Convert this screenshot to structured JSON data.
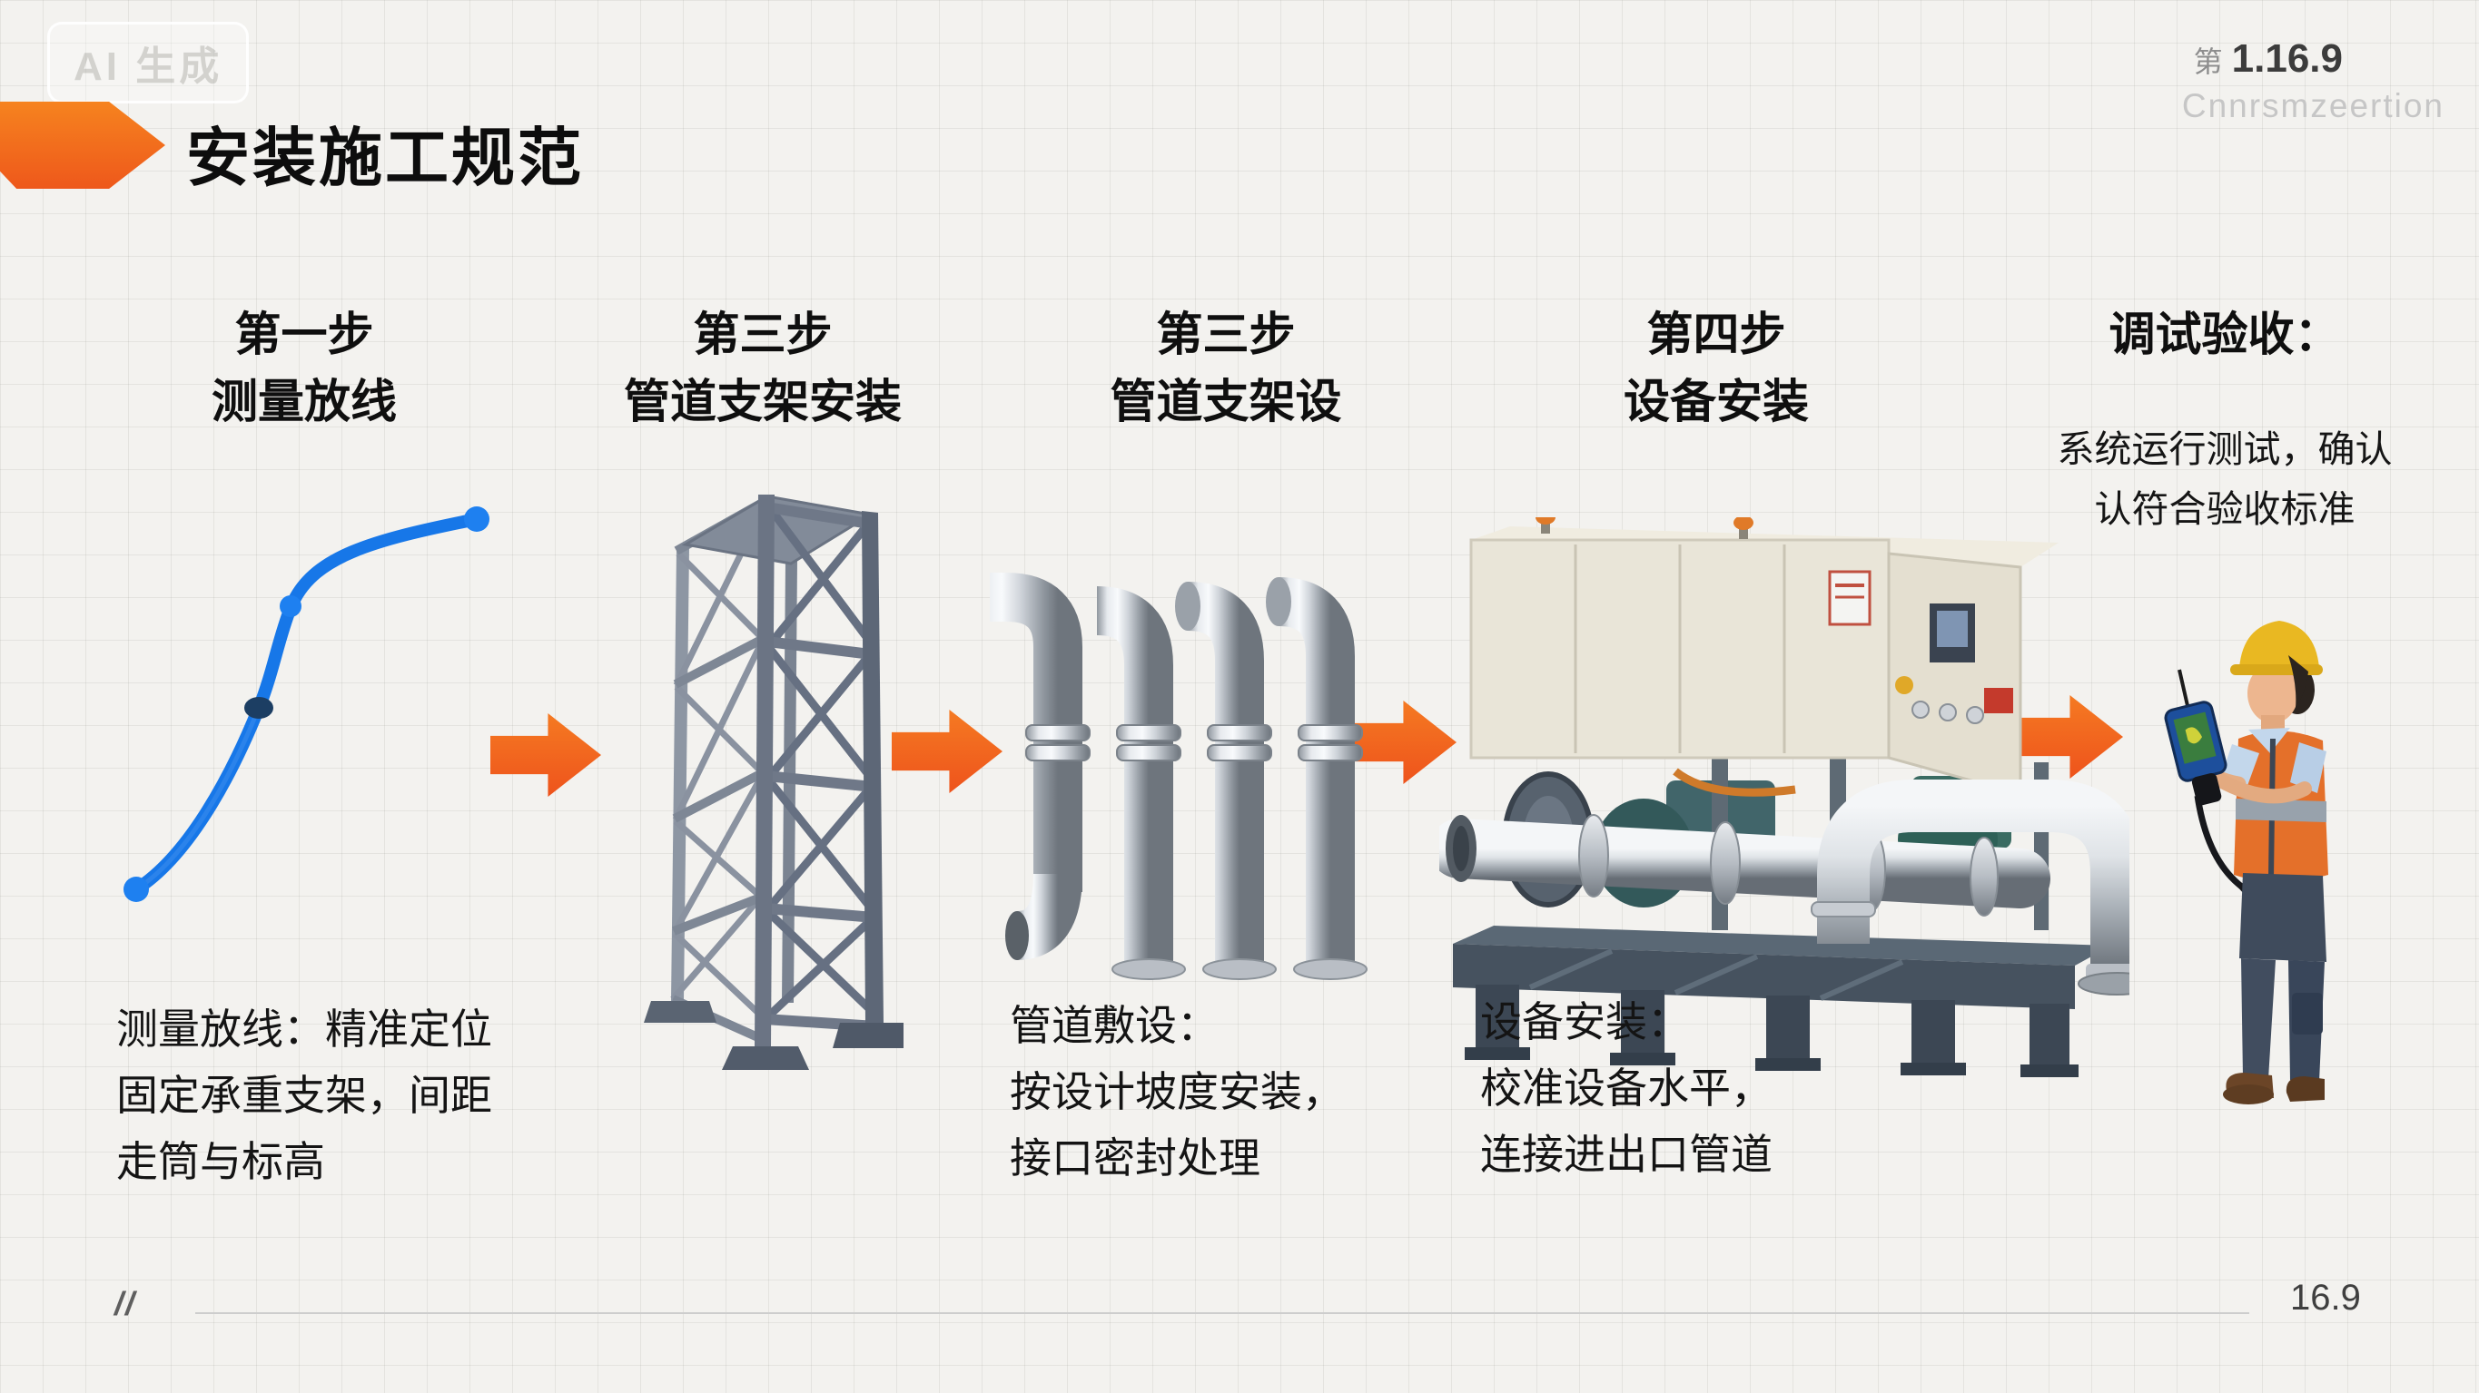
{
  "watermark": {
    "label": "AI 生成"
  },
  "header": {
    "title": "安装施工规范",
    "corner": {
      "prefix": "第",
      "number": "1.16.9",
      "subtitle": "Cnnrsmzeertion"
    }
  },
  "columns": [
    {
      "step": "第一步",
      "name": "测量放线",
      "illustration": "survey-curve",
      "notes": [
        "测量放线：精准定位",
        "固定承重支架，间距",
        "走筒与标高"
      ]
    },
    {
      "step": "第三步",
      "name": "管道支架安装",
      "illustration": "steel-truss-tower",
      "notes": []
    },
    {
      "step": "第三步",
      "name": "管道支架设",
      "illustration": "vertical-pipes",
      "notes": [
        "管道敷设：",
        "按设计坡度安装，",
        "接口密封处理"
      ]
    },
    {
      "step": "第四步",
      "name": "设备安装",
      "illustration": "equipment-skid",
      "notes": [
        "设备安装：",
        "校准设备水平，",
        "连接进出口管道"
      ]
    },
    {
      "step": "调试验收：",
      "name": "",
      "illustration": "worker-inspecting",
      "notes": [
        "系统运行测试，确认",
        "认符合验收标准"
      ]
    }
  ],
  "footer": {
    "mark": "//",
    "page": "16.9"
  },
  "colors": {
    "accent": "#f1611f",
    "curve_blue": "#1a78e8",
    "text": "#141414",
    "faint": "#c6c6c6"
  }
}
